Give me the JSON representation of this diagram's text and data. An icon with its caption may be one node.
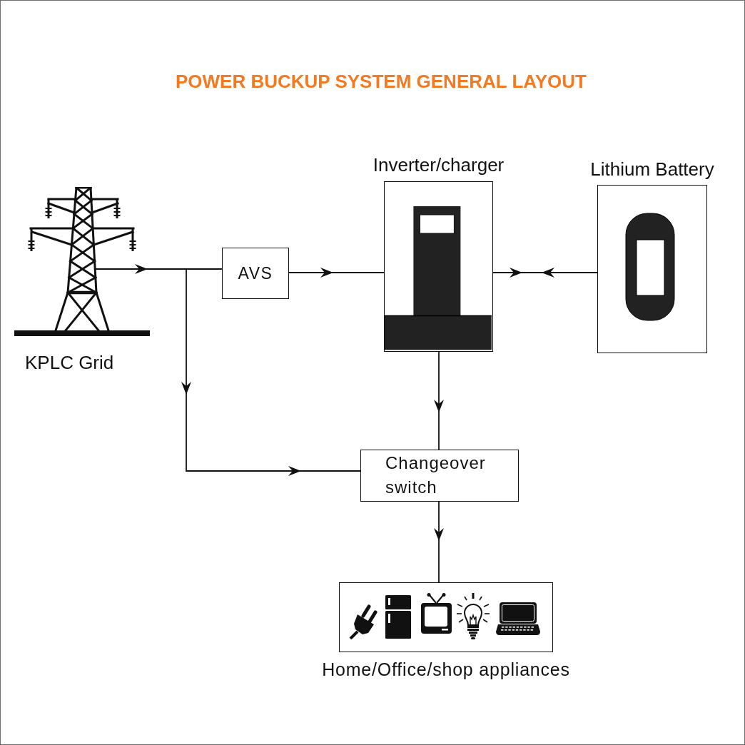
{
  "diagram": {
    "title": "POWER BUCKUP SYSTEM GENERAL LAYOUT",
    "nodes": [
      {
        "text": [
          "KPLC Grid"
        ]
      },
      {
        "text": [
          "AVS"
        ]
      },
      {
        "text": [
          "Inverter/charger"
        ]
      },
      {
        "text": [
          "Lithium Battery"
        ]
      },
      {
        "text": [
          "Changeover switch"
        ]
      },
      {
        "text": [
          "Home/Office/shop appliances"
        ]
      }
    ],
    "edges": [
      {
        "from": 0,
        "to": 1,
        "arrow": "to"
      },
      {
        "from": 0,
        "to": 4,
        "arrow": "to"
      },
      {
        "from": 1,
        "to": 2,
        "arrow": "to"
      },
      {
        "from": 2,
        "to": 3,
        "arrow": "both"
      },
      {
        "from": 2,
        "to": 4,
        "arrow": "to"
      },
      {
        "from": 4,
        "to": 5,
        "arrow": "to"
      }
    ]
  }
}
